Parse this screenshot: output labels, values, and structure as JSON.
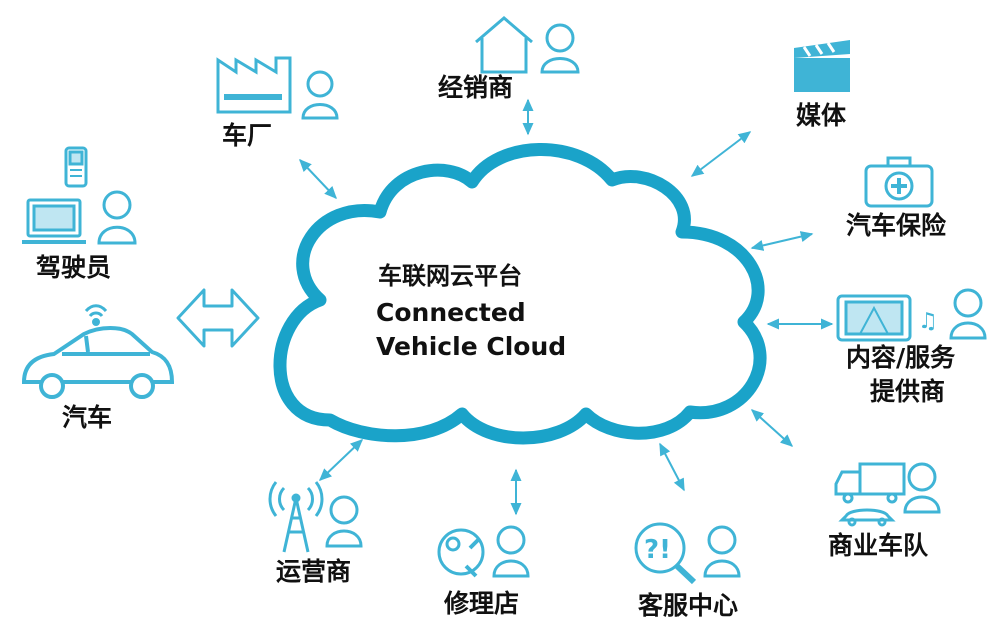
{
  "diagram": {
    "center": {
      "title": "车联网云平台",
      "subtitle_line1": "Connected",
      "subtitle_line2": "Vehicle Cloud"
    },
    "nodes": {
      "car_factory": "车厂",
      "dealer": "经销商",
      "media": "媒体",
      "car_insurance": "汽车保险",
      "content_provider_line1": "内容/服务",
      "content_provider_line2": "提供商",
      "commercial_fleet": "商业车队",
      "customer_service": "客服中心",
      "repair_shop": "修理店",
      "operator": "运营商",
      "driver": "驾驶员",
      "car": "汽车"
    },
    "colors": {
      "accent": "#1aa3c9",
      "icon": "#3fb4d6",
      "text": "#111111"
    }
  }
}
